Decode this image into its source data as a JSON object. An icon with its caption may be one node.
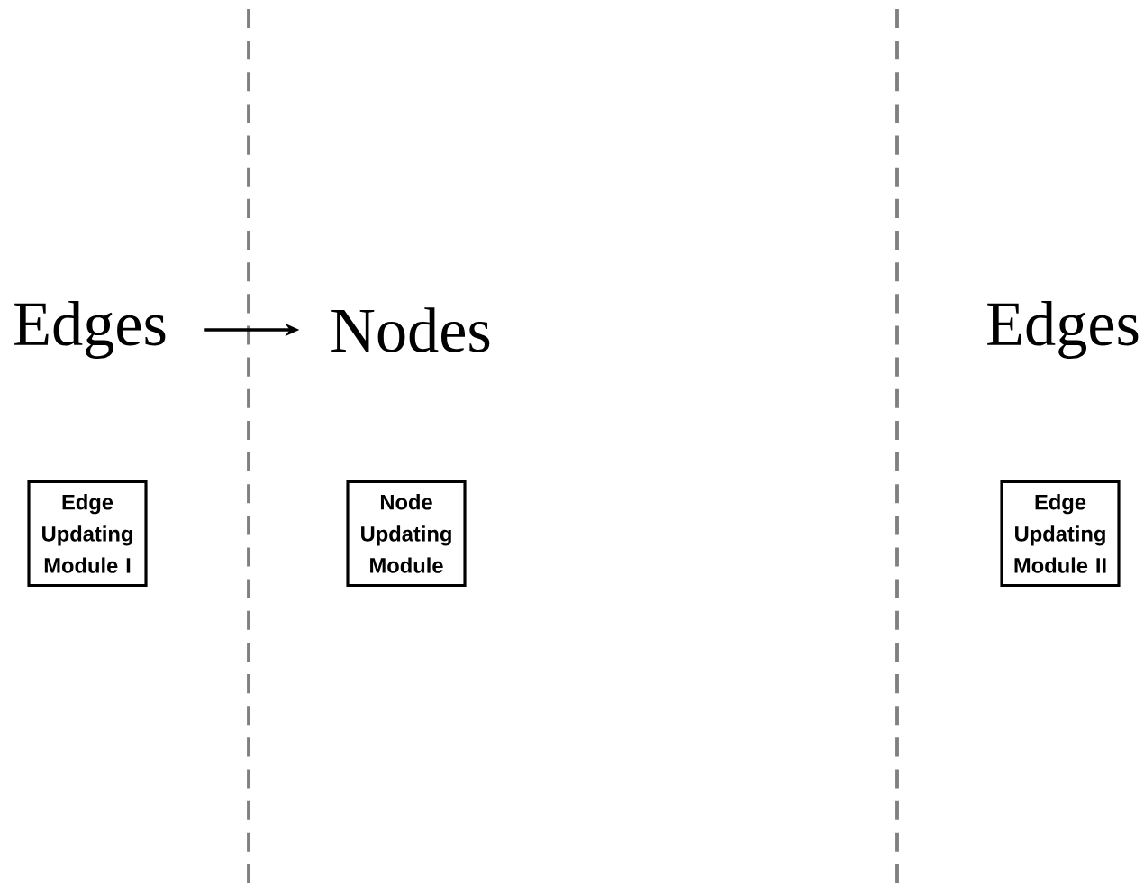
{
  "diagram": {
    "nodes": [
      {
        "text": [
          "Edges"
        ]
      },
      {
        "text": [
          "Nodes"
        ]
      },
      {
        "text": [
          "Edge Updating Module I"
        ]
      },
      {
        "text": [
          "Node Updating Module"
        ]
      },
      {
        "text": [
          "Edge Updating Module II"
        ]
      }
    ],
    "edges": [
      {
        "from": 0,
        "to": 1,
        "arrow": "to"
      }
    ],
    "labels": [
      "Edges"
    ]
  }
}
